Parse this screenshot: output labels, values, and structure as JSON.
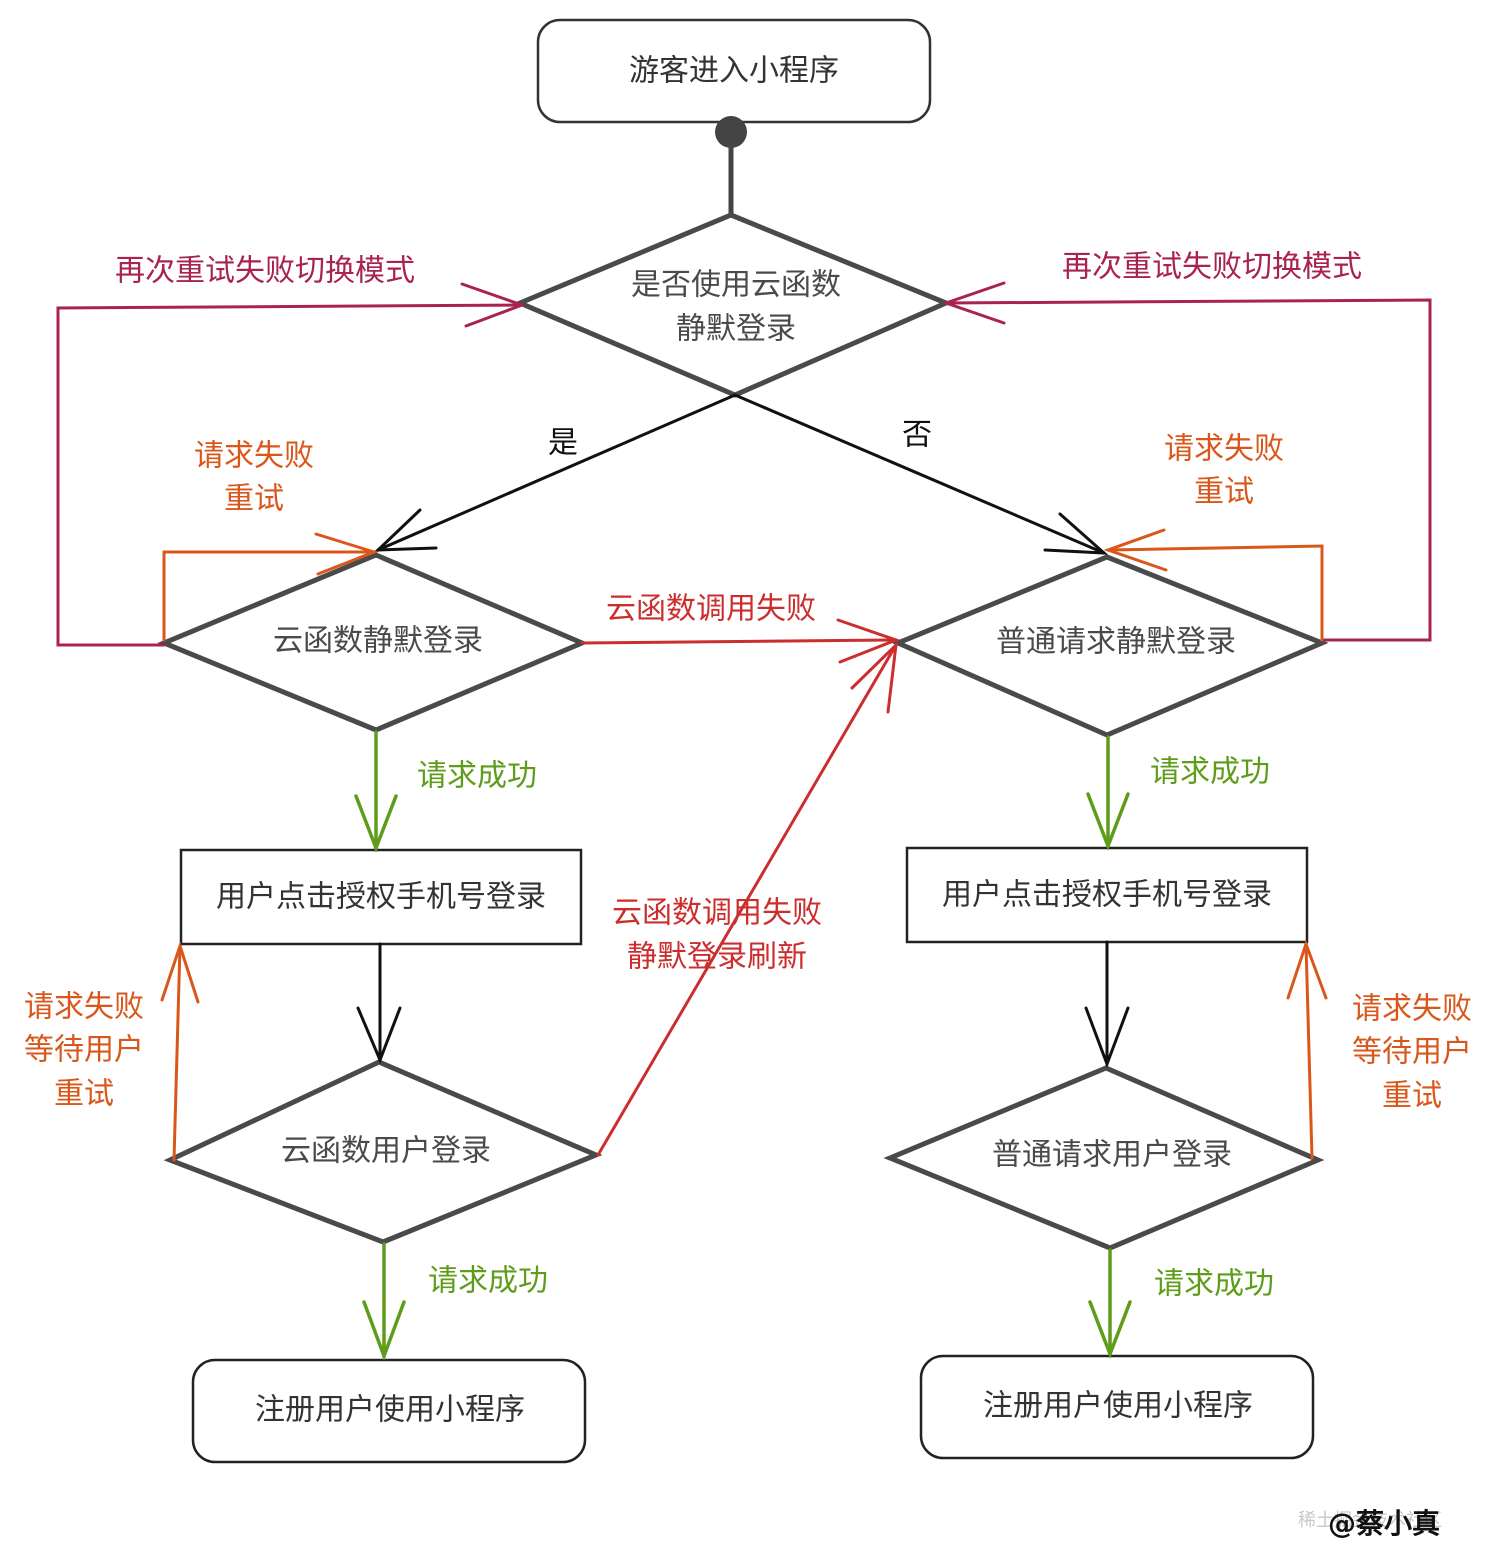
{
  "nodes": {
    "start": "游客进入小程序",
    "decide_line1": "是否使用云函数",
    "decide_line2": "静默登录",
    "cloud_silent": "云函数静默登录",
    "normal_silent": "普通请求静默登录",
    "auth_left": "用户点击授权手机号登录",
    "auth_right": "用户点击授权手机号登录",
    "cloud_user": "云函数用户登录",
    "normal_user": "普通请求用户登录",
    "register_left": "注册用户使用小程序",
    "register_right": "注册用户使用小程序"
  },
  "labels": {
    "yes": "是",
    "no": "否",
    "retry_switch_left": "再次重试失败切换模式",
    "retry_switch_right": "再次重试失败切换模式",
    "fail_retry_left_1": "请求失败",
    "fail_retry_left_2": "重试",
    "fail_retry_right_1": "请求失败",
    "fail_retry_right_2": "重试",
    "cloud_call_fail": "云函数调用失败",
    "cloud_call_fail_refresh_1": "云函数调用失败",
    "cloud_call_fail_refresh_2": "静默登录刷新",
    "success_1": "请求成功",
    "success_2": "请求成功",
    "success_3": "请求成功",
    "success_4": "请求成功",
    "wait_retry_left_1": "请求失败",
    "wait_retry_left_2": "等待用户",
    "wait_retry_left_3": "重试",
    "wait_retry_right_1": "请求失败",
    "wait_retry_right_2": "等待用户",
    "wait_retry_right_3": "重试",
    "watermark": "稀土掘金技术社区",
    "signature": "@蔡小真"
  },
  "colors": {
    "outline": "#444444",
    "switch_mode": "#a8234f",
    "retry": "#d9571a",
    "cloud_fail": "#cc2e2e",
    "success": "#5e9c1a",
    "flow": "#111111"
  }
}
